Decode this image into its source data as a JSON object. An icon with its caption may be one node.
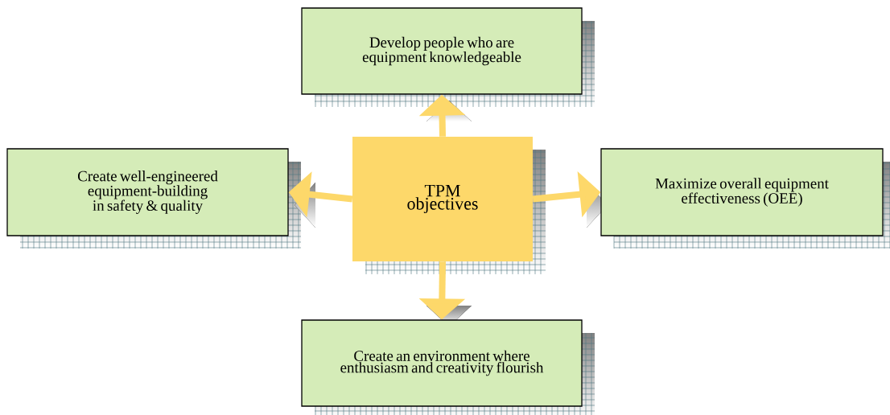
{
  "diagram": {
    "nodes": [
      {
        "text": [
          "Develop people who are equipment knowledgeable"
        ]
      },
      {
        "text": [
          "Create well-engineered equipment-building in safety & quality"
        ]
      },
      {
        "text": [
          "TPM objectives"
        ]
      },
      {
        "text": [
          "Maximize overall equipment effectiveness (OEE)"
        ]
      },
      {
        "text": [
          "Create an environment where enthusiasm and creativity flourish"
        ]
      }
    ],
    "edges": [
      {
        "from": 2,
        "to": 0,
        "arrow": "to"
      },
      {
        "from": 2,
        "to": 1,
        "arrow": "to"
      },
      {
        "from": 2,
        "to": 3,
        "arrow": "to"
      },
      {
        "from": 2,
        "to": 4,
        "arrow": "to"
      }
    ]
  }
}
